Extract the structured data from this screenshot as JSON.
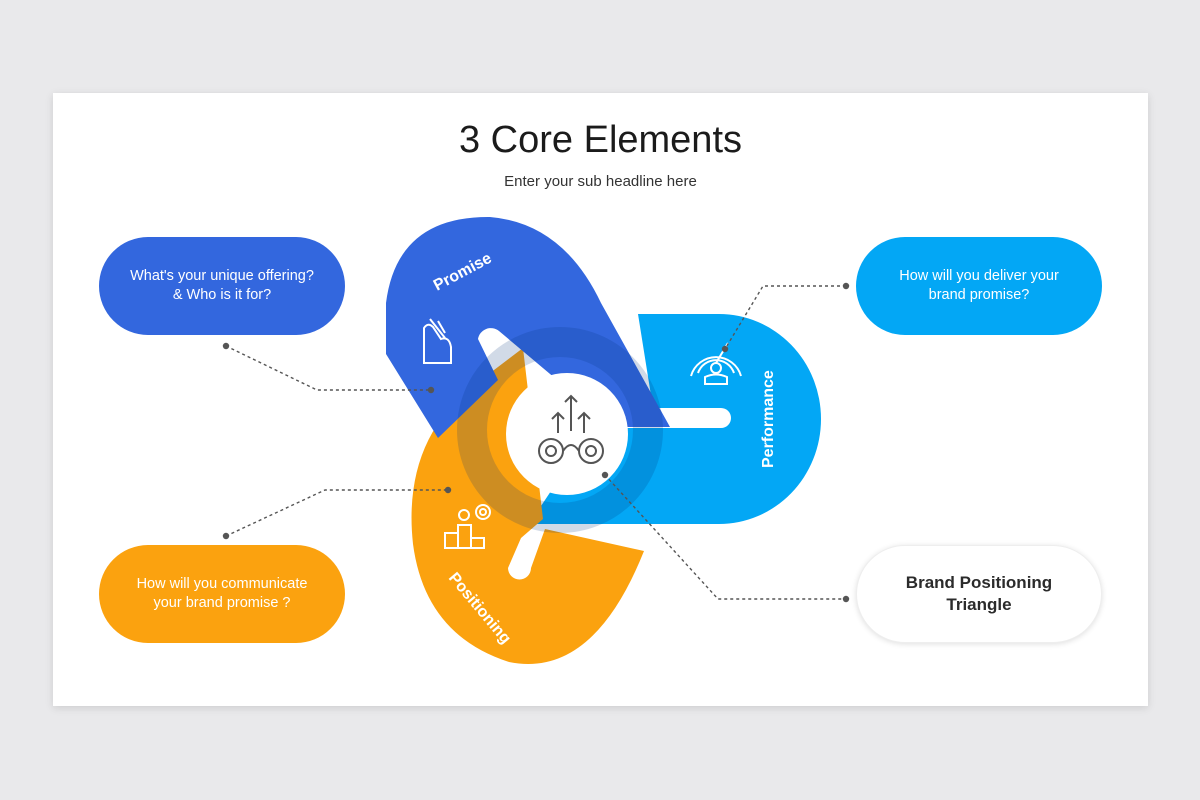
{
  "header": {
    "title": "3 Core Elements",
    "subtitle": "Enter your sub headline here"
  },
  "segments": [
    {
      "label": "Promise",
      "color": "#3367de",
      "icon": "crossed-fingers-hand-icon"
    },
    {
      "label": "Performance",
      "color": "#03a7f5",
      "icon": "speedometer-person-icon"
    },
    {
      "label": "Positioning",
      "color": "#fba20f",
      "icon": "podium-target-icon"
    }
  ],
  "center": {
    "icon": "gears-growth-arrows-icon"
  },
  "callouts": {
    "top_left": "What's your unique offering?\n& Who is it for?",
    "top_right": "How will you deliver your\nbrand promise?",
    "bottom_left": "How will you communicate\nyour brand promise ?",
    "bottom_right": "Brand Positioning\nTriangle"
  }
}
